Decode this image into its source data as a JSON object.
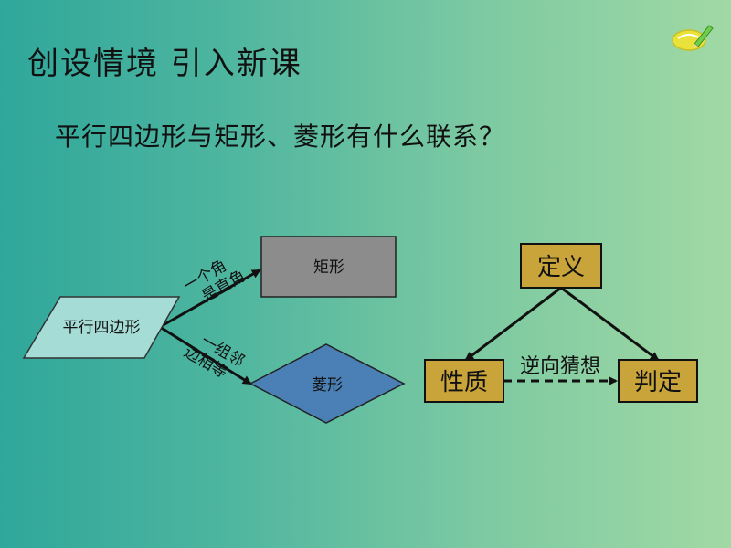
{
  "slide": {
    "title": "创设情境   引入新课",
    "question": "平行四边形与矩形、菱形有什么联系？"
  },
  "left_diagram": {
    "parallelogram_label": "平行四边形",
    "rectangle_label": "矩形",
    "rhombus_label": "菱形",
    "upper_arrow_label_1": "一个角",
    "upper_arrow_label_2": "是直角",
    "lower_arrow_label_1": "一组邻",
    "lower_arrow_label_2": "边相等"
  },
  "right_diagram": {
    "definition_label": "定义",
    "property_label": "性质",
    "judgment_label": "判定",
    "conjecture_label": "逆向猜想"
  },
  "colors": {
    "background_left": "#2fa79b",
    "background_right": "#a1d9a4",
    "parallelogram_fill": "#a6dcd6",
    "rectangle_fill": "#8c8c8c",
    "rhombus_fill": "#4a80b5",
    "concept_box_fill": "#c9a43a"
  },
  "icons": {
    "logo": "pencil-badge-icon"
  }
}
